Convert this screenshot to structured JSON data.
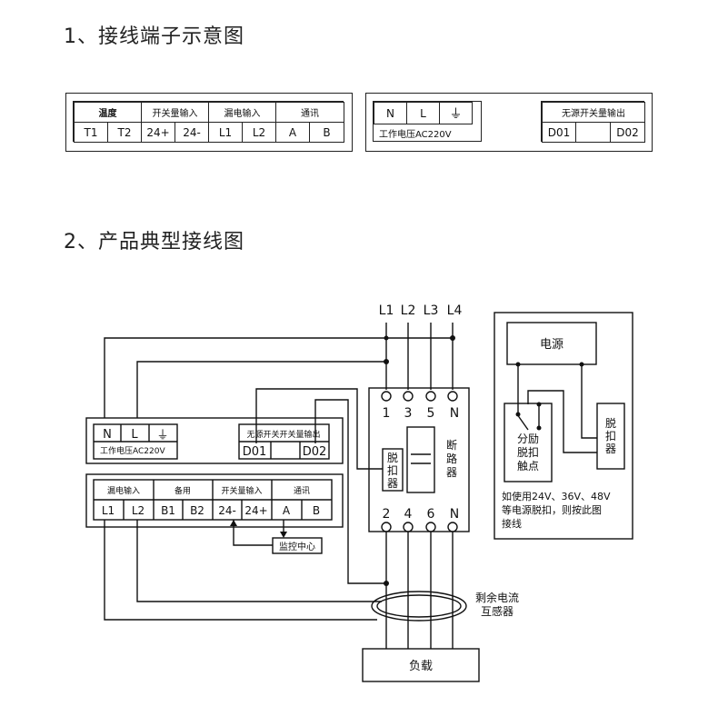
{
  "headings": {
    "section1": "1、接线端子示意图",
    "section2": "2、产品典型接线图"
  },
  "terminal_block_left": {
    "groups": [
      "温度",
      "开关量输入",
      "漏电输入",
      "通讯"
    ],
    "terminals": [
      "T1",
      "T2",
      "24+",
      "24-",
      "L1",
      "L2",
      "A",
      "B"
    ]
  },
  "terminal_block_right": {
    "power_terminals": [
      "N",
      "L",
      "⏚"
    ],
    "power_caption": "工作电压AC220V",
    "output_header": "无源开关量输出",
    "output_terminals": [
      "D01",
      "",
      "D02"
    ]
  },
  "wiring": {
    "lines_top": [
      "L1",
      "L2",
      "L3",
      "L4"
    ],
    "breaker_top": [
      "1",
      "3",
      "5",
      "N"
    ],
    "breaker_bottom": [
      "2",
      "4",
      "6",
      "N"
    ],
    "breaker_label": "断路器",
    "breaker_trip": "脱扣器",
    "device_power_terminals": [
      "N",
      "L",
      "⏚"
    ],
    "device_power_caption": "工作电压AC220V",
    "device_output_header": "无源开关开关量输出",
    "device_output_terminals": [
      "D01",
      "",
      "D02"
    ],
    "device_groups": [
      "漏电输入",
      "备用",
      "开关量输入",
      "通讯"
    ],
    "device_terminals": [
      "L1",
      "L2",
      "B1",
      "B2",
      "24-",
      "24+",
      "A",
      "B"
    ],
    "monitor_center": "监控中心",
    "ct_label_1": "剩余电流",
    "ct_label_2": "互感器",
    "load": "负载"
  },
  "shunt_panel": {
    "power": "电源",
    "shunt_line1": "分励",
    "shunt_line2": "脱扣",
    "shunt_line3": "触点",
    "trip": "脱扣器",
    "note_line1": "如使用24V、36V、48V",
    "note_line2": "等电源脱扣，则按此图",
    "note_line3": "接线"
  }
}
